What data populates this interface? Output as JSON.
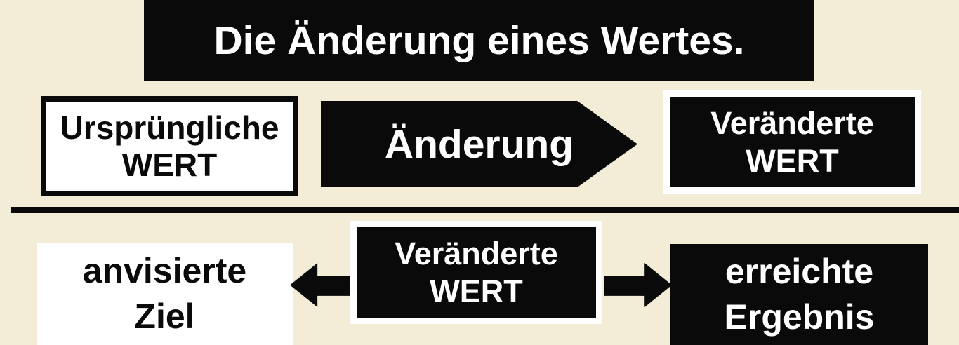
{
  "colors": {
    "background": "#f3ecd7",
    "shape_black": "#0a0a0a",
    "shape_white": "#ffffff"
  },
  "title": {
    "text": "Die Änderung eines Wertes."
  },
  "row1": {
    "source_box": {
      "line1": "Ursprüngliche",
      "line2": "WERT"
    },
    "arrow": {
      "label": "Änderung",
      "direction": "right"
    },
    "result_box": {
      "line1": "Veränderte",
      "line2": "WERT"
    }
  },
  "row2": {
    "left_box": {
      "line1": "anvisierte",
      "line2": "Ziel"
    },
    "center_box": {
      "line1": "Veränderte",
      "line2": "WERT"
    },
    "right_box": {
      "line1": "erreichte",
      "line2": "Ergebnis"
    }
  }
}
